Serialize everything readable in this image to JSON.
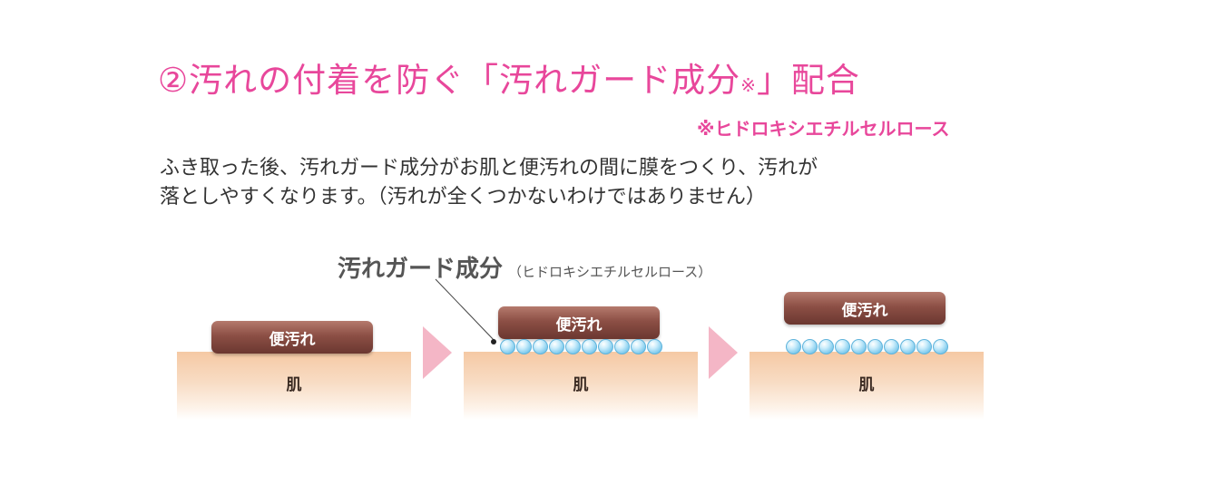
{
  "title": {
    "main": "②汚れの付着を防ぐ「汚れガード成分",
    "mark": "※",
    "suffix": "」配合"
  },
  "note": "※ヒドロキシエチルセルロース",
  "description": {
    "line1": "ふき取った後、汚れガード成分がお肌と便汚れの間に膜をつくり、汚れが",
    "line2": "落としやすくなります。（汚れが全くつかないわけではありません）"
  },
  "diagram": {
    "label_main": "汚れガード成分",
    "label_sub": "（ヒドロキシエチルセルロース）",
    "skin_label": "肌",
    "stool_label": "便汚れ",
    "colors": {
      "accent": "#e8479b",
      "arrow": "#f4b6c6",
      "stool": "#8c4f45",
      "skin": "#f5c9a4",
      "bead": "#7cc9ec"
    }
  }
}
